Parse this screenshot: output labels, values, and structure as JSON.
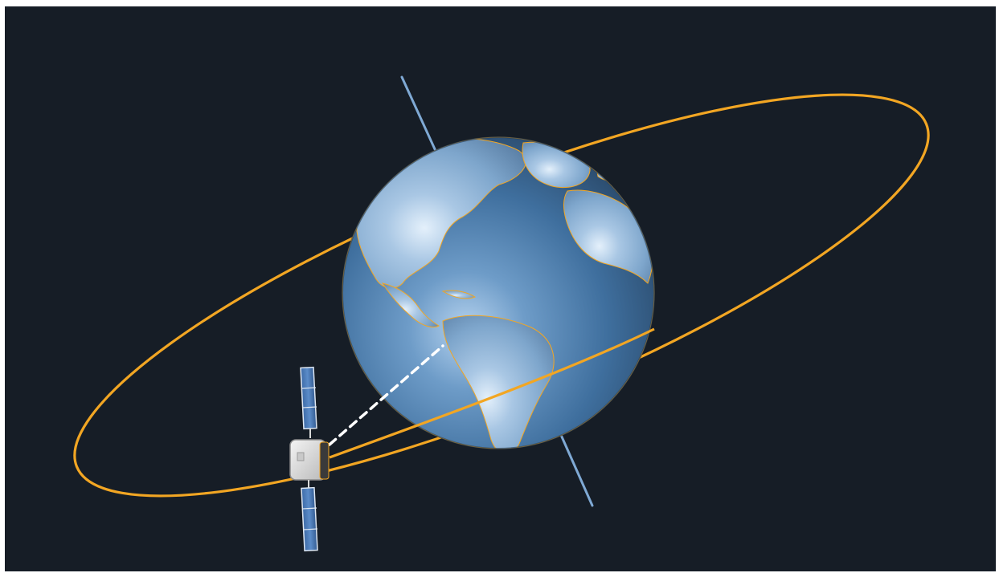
{
  "scene": {
    "background_color": "#161d26",
    "orbit_color": "#f2a623",
    "axis_color": "#7fa9d4",
    "ocean_color": "#3d6d9c",
    "land_color": "#7ea6cc",
    "signal_color": "#ffffff",
    "objects": [
      "earth-globe",
      "rotation-axis",
      "orbit-ellipse",
      "satellite",
      "signal-beam"
    ]
  }
}
